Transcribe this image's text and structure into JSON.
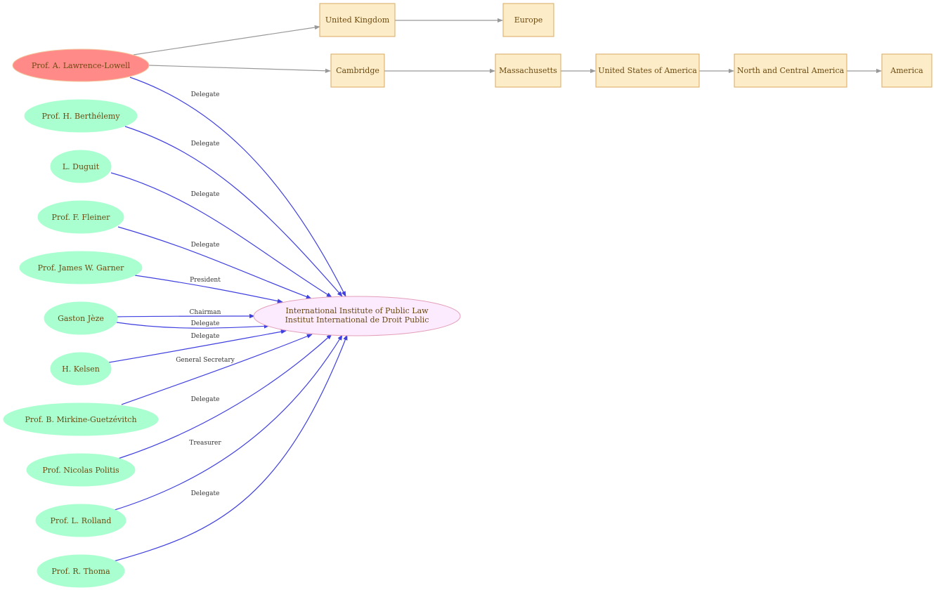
{
  "colors": {
    "person_fill": "#aaffd0",
    "lead_person_fill": "#ff8a87",
    "organization_fill": "#fceaff",
    "place_fill": "#fdecc8",
    "relation_edge": "#4040e0",
    "location_edge": "#999999",
    "text": "#6b4a10"
  },
  "organization": {
    "line1": "International Institute of Public Law",
    "line2": "Institut International de Droit Public"
  },
  "people": [
    {
      "id": "lawrence-lowell",
      "label": "Prof. A. Lawrence-Lowell"
    },
    {
      "id": "berthelemy",
      "label": "Prof. H. Berthélemy"
    },
    {
      "id": "duguit",
      "label": "L. Duguit"
    },
    {
      "id": "fleiner",
      "label": "Prof. F. Fleiner"
    },
    {
      "id": "garner",
      "label": "Prof. James W. Garner"
    },
    {
      "id": "jeze",
      "label": "Gaston Jèze"
    },
    {
      "id": "kelsen",
      "label": "H. Kelsen"
    },
    {
      "id": "mirkine",
      "label": "Prof. B. Mirkine-Guetzévitch"
    },
    {
      "id": "politis",
      "label": "Prof. Nicolas Politis"
    },
    {
      "id": "rolland",
      "label": "Prof. L. Rolland"
    },
    {
      "id": "thoma",
      "label": "Prof. R. Thoma"
    }
  ],
  "places": [
    {
      "id": "united-kingdom",
      "label": "United Kingdom"
    },
    {
      "id": "europe",
      "label": "Europe"
    },
    {
      "id": "cambridge",
      "label": "Cambridge"
    },
    {
      "id": "massachusetts",
      "label": "Massachusetts"
    },
    {
      "id": "usa",
      "label": "United States of America"
    },
    {
      "id": "north-central-america",
      "label": "North and Central America"
    },
    {
      "id": "america",
      "label": "America"
    }
  ],
  "relations": [
    {
      "from": "lawrence-lowell",
      "label": "Delegate"
    },
    {
      "from": "berthelemy",
      "label": "Delegate"
    },
    {
      "from": "duguit",
      "label": "Delegate"
    },
    {
      "from": "fleiner",
      "label": "Delegate"
    },
    {
      "from": "garner",
      "label": "President"
    },
    {
      "from": "jeze",
      "label": "Chairman"
    },
    {
      "from": "jeze",
      "label": "Delegate"
    },
    {
      "from": "kelsen",
      "label": "Delegate"
    },
    {
      "from": "mirkine",
      "label": "General Secretary"
    },
    {
      "from": "politis",
      "label": "Delegate"
    },
    {
      "from": "rolland",
      "label": "Treasurer"
    },
    {
      "from": "thoma",
      "label": "Delegate"
    }
  ],
  "location_links": [
    {
      "from": "lawrence-lowell",
      "to": "united-kingdom"
    },
    {
      "from": "lawrence-lowell",
      "to": "cambridge"
    },
    {
      "from": "united-kingdom",
      "to": "europe"
    },
    {
      "from": "cambridge",
      "to": "massachusetts"
    },
    {
      "from": "massachusetts",
      "to": "usa"
    },
    {
      "from": "usa",
      "to": "north-central-america"
    },
    {
      "from": "north-central-america",
      "to": "america"
    }
  ]
}
